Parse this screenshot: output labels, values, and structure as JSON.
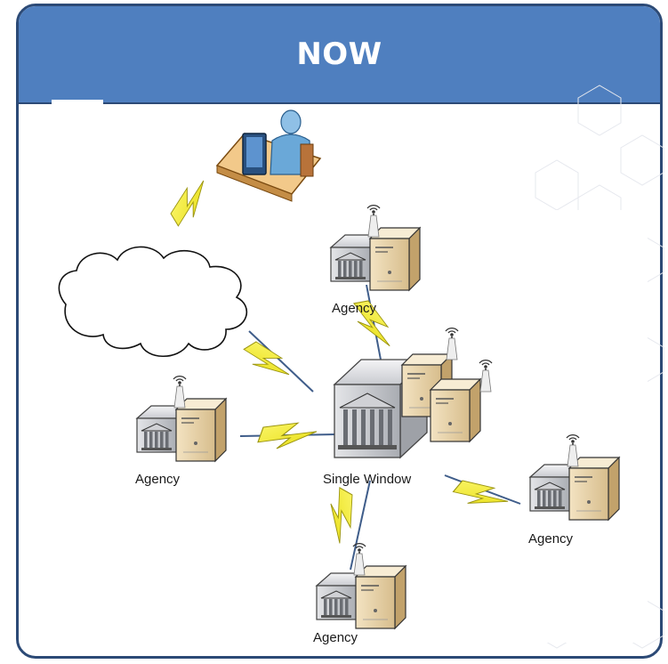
{
  "header": {
    "title": "NOW"
  },
  "diagram": {
    "hub_label": "Single Window",
    "agency_label": "Agency",
    "nodes": [
      {
        "id": "user",
        "type": "user-workstation"
      },
      {
        "id": "internet",
        "type": "cloud"
      },
      {
        "id": "single-window",
        "type": "hub-building-with-servers",
        "label": "Single Window"
      },
      {
        "id": "agency-top",
        "type": "agency-building",
        "label": "Agency"
      },
      {
        "id": "agency-left",
        "type": "agency-building",
        "label": "Agency"
      },
      {
        "id": "agency-right",
        "type": "agency-building",
        "label": "Agency"
      },
      {
        "id": "agency-bottom",
        "type": "agency-building",
        "label": "Agency"
      }
    ],
    "links": [
      {
        "from": "user",
        "to": "internet",
        "style": "lightning"
      },
      {
        "from": "internet",
        "to": "single-window",
        "style": "lightning"
      },
      {
        "from": "agency-top",
        "to": "single-window",
        "style": "lightning"
      },
      {
        "from": "agency-left",
        "to": "single-window",
        "style": "lightning"
      },
      {
        "from": "agency-right",
        "to": "single-window",
        "style": "lightning"
      },
      {
        "from": "agency-bottom",
        "to": "single-window",
        "style": "lightning"
      }
    ],
    "colors": {
      "header": "#4f7fbf",
      "border": "#2c4a76",
      "lightning": "#f2ee1c"
    }
  }
}
